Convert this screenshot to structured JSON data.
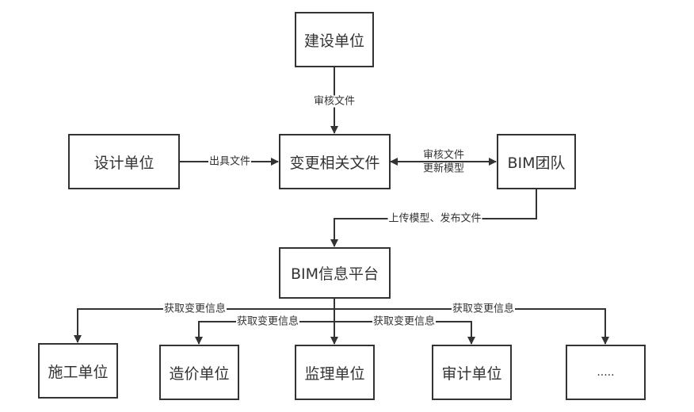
{
  "diagram": {
    "type": "flowchart",
    "line_color": "#333333",
    "nodes": {
      "owner": "建设单位",
      "designer": "设计单位",
      "change_docs": "变更相关文件",
      "bim_team": "BIM团队",
      "bim_platform": "BIM信息平台",
      "construction": "施工单位",
      "cost": "造价单位",
      "supervision": "监理单位",
      "audit": "审计单位",
      "others": "....."
    },
    "edges": {
      "owner_to_docs": "审核文件",
      "designer_to_docs": "出具文件",
      "docs_team_line1": "审核文件",
      "docs_team_line2": "更新模型",
      "team_to_platform": "上传模型、发布文件",
      "platform_to_construction": "获取变更信息",
      "platform_to_cost": "获取变更信息",
      "platform_to_audit": "获取变更信息",
      "platform_to_others": "获取变更信息"
    }
  }
}
